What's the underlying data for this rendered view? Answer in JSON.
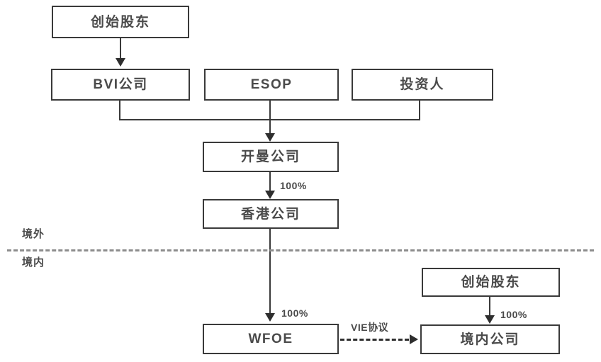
{
  "diagram": {
    "title_text": "",
    "nodes": {
      "founder_top": {
        "label": "创始股东"
      },
      "bvi": {
        "label": "BVI公司"
      },
      "esop": {
        "label": "ESOP"
      },
      "investor": {
        "label": "投资人"
      },
      "cayman": {
        "label": "开曼公司"
      },
      "hongkong": {
        "label": "香港公司"
      },
      "wfoe": {
        "label": "WFOE"
      },
      "founder_bottom": {
        "label": "创始股东"
      },
      "domestic": {
        "label": "境内公司"
      }
    },
    "edge_labels": {
      "cayman_to_hk": "100%",
      "hk_to_wfoe": "100%",
      "wfoe_to_domestic": "VIE协议",
      "founder_to_domestic": "100%"
    },
    "regions": {
      "offshore": "境外",
      "onshore": "境内"
    },
    "colors": {
      "box_border": "#3a3a3a",
      "text": "#4a4a4a",
      "line": "#3a3a3a",
      "divider": "#8d8d8d",
      "background": "#ffffff"
    }
  }
}
